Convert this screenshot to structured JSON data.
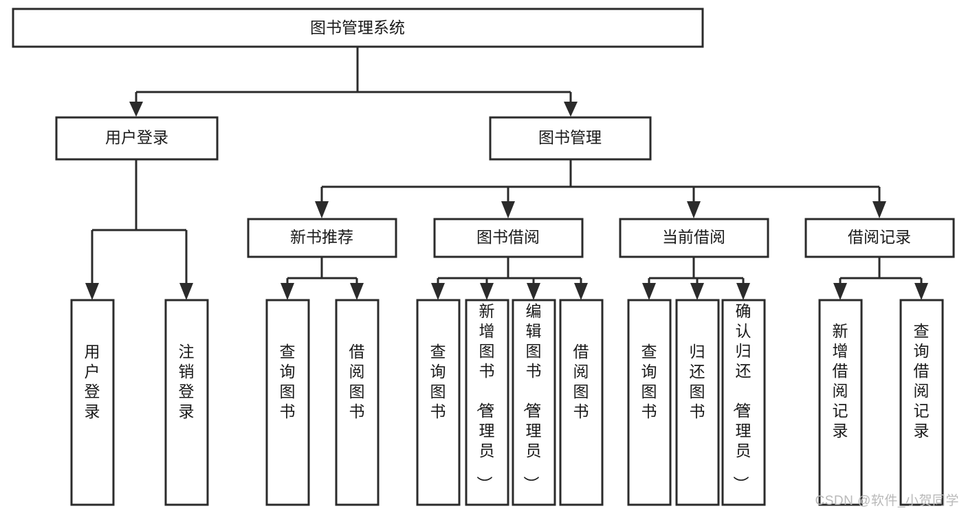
{
  "diagram": {
    "type": "tree",
    "title": "图书管理系统",
    "orientation": "top-down",
    "colors": {
      "stroke": "#2b2b2b",
      "fill": "#ffffff",
      "text": "#1a1a1a",
      "background": "#ffffff",
      "watermark": "#b9b9b9"
    },
    "nodes": {
      "root": {
        "label": "图书管理系统"
      },
      "level2": [
        {
          "id": "user-login",
          "label": "用户登录"
        },
        {
          "id": "book-manage",
          "label": "图书管理"
        }
      ],
      "level3": [
        {
          "id": "new-book-recommend",
          "label": "新书推荐",
          "parent": "book-manage"
        },
        {
          "id": "book-borrow",
          "label": "图书借阅",
          "parent": "book-manage"
        },
        {
          "id": "current-borrow",
          "label": "当前借阅",
          "parent": "book-manage"
        },
        {
          "id": "borrow-record",
          "label": "借阅记录",
          "parent": "book-manage"
        }
      ],
      "leaves": {
        "user-login": [
          {
            "id": "leaf-user-login",
            "label": "用户登录"
          },
          {
            "id": "leaf-logout-login",
            "label": "注销登录"
          }
        ],
        "new-book-recommend": [
          {
            "id": "leaf-query-book-1",
            "label": "查询图书"
          },
          {
            "id": "leaf-borrow-book-1",
            "label": "借阅图书"
          }
        ],
        "book-borrow": [
          {
            "id": "leaf-query-book-2",
            "label": "查询图书"
          },
          {
            "id": "leaf-add-book",
            "label": "新增图书（管理员）"
          },
          {
            "id": "leaf-edit-book",
            "label": "编辑图书（管理员）"
          },
          {
            "id": "leaf-borrow-book-2",
            "label": "借阅图书"
          }
        ],
        "current-borrow": [
          {
            "id": "leaf-query-book-3",
            "label": "查询图书"
          },
          {
            "id": "leaf-return-book",
            "label": "归还图书"
          },
          {
            "id": "leaf-confirm-return",
            "label": "确认归还（管理员）"
          }
        ],
        "borrow-record": [
          {
            "id": "leaf-add-record",
            "label": "新增借阅记录"
          },
          {
            "id": "leaf-query-record",
            "label": "查询借阅记录"
          }
        ]
      }
    },
    "watermark": "CSDN @软件_小贺同学"
  }
}
